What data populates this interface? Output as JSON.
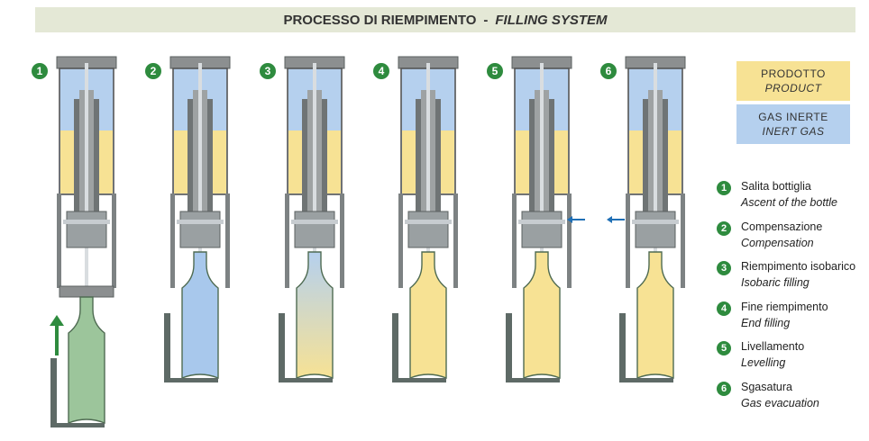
{
  "title": {
    "it": "PROCESSO DI RIEMPIMENTO",
    "separator": "-",
    "en": "FILLING SYSTEM"
  },
  "legend": {
    "product": {
      "it": "PRODOTTO",
      "en": "PRODUCT",
      "color": "#f7e294"
    },
    "gas": {
      "it": "GAS INERTE",
      "en": "INERT GAS",
      "color": "#b5d0ee"
    }
  },
  "steps": [
    {
      "num": "1",
      "it": "Salita bottiglia",
      "en": "Ascent of the bottle"
    },
    {
      "num": "2",
      "it": "Compensazione",
      "en": "Compensation"
    },
    {
      "num": "3",
      "it": "Riempimento isobarico",
      "en": "Isobaric filling"
    },
    {
      "num": "4",
      "it": "Fine riempimento",
      "en": "End filling"
    },
    {
      "num": "5",
      "it": "Livellamento",
      "en": "Levelling"
    },
    {
      "num": "6",
      "it": "Sgasatura",
      "en": "Gas evacuation"
    }
  ],
  "colors": {
    "badge": "#2e8b3e",
    "arrow": "#1f6fb5",
    "bottle_empty": "#9cc59b",
    "bottle_gas": "#a8c8ec",
    "bottle_product": "#f7e294",
    "metal": "#8c8f90",
    "metal_dark": "#5b6060"
  }
}
